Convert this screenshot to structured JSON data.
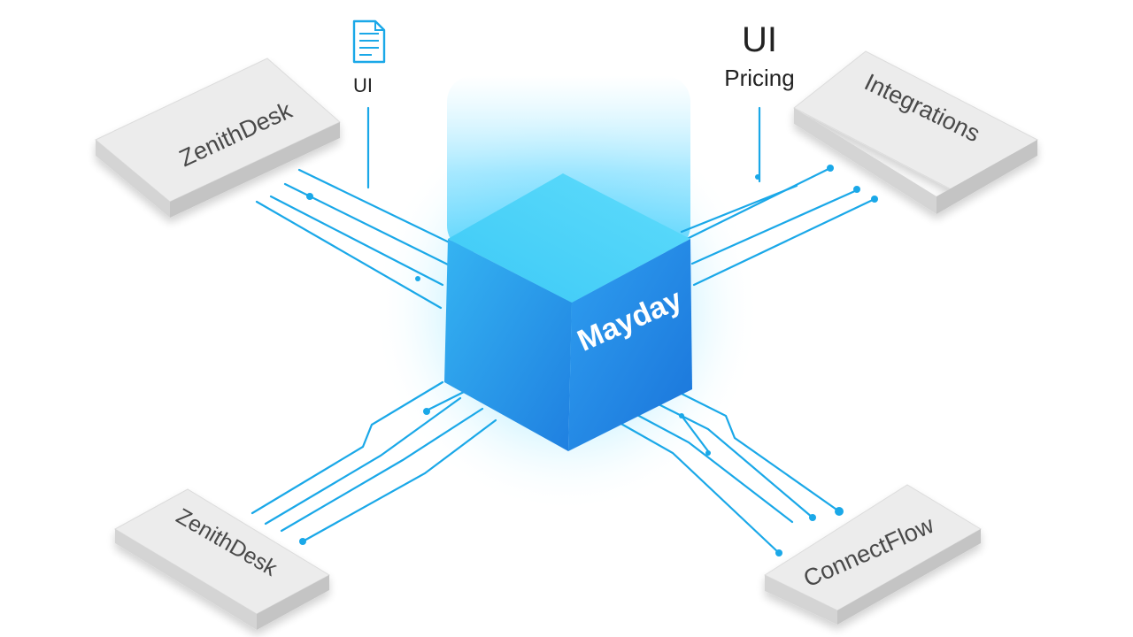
{
  "diagram": {
    "center": {
      "label": "Mayday"
    },
    "nodes": [
      {
        "label": "ZenithDesk"
      },
      {
        "label": "Integrations"
      },
      {
        "label": "ZenithDesk"
      },
      {
        "label": "ConnectFlow"
      }
    ],
    "top_left_label": "UI",
    "top_right_label": "UI",
    "top_right_sublabel": "Pricing",
    "document_icon": "document-icon"
  },
  "colors": {
    "accent": "#1aa8e8",
    "cube_front": "#2b93ea",
    "cube_side": "#1f86e3",
    "cube_top": "#3ad0f5",
    "glow": "#4fd2ff",
    "slab_top": "#ececec",
    "slab_side": "#cfcfcf"
  }
}
